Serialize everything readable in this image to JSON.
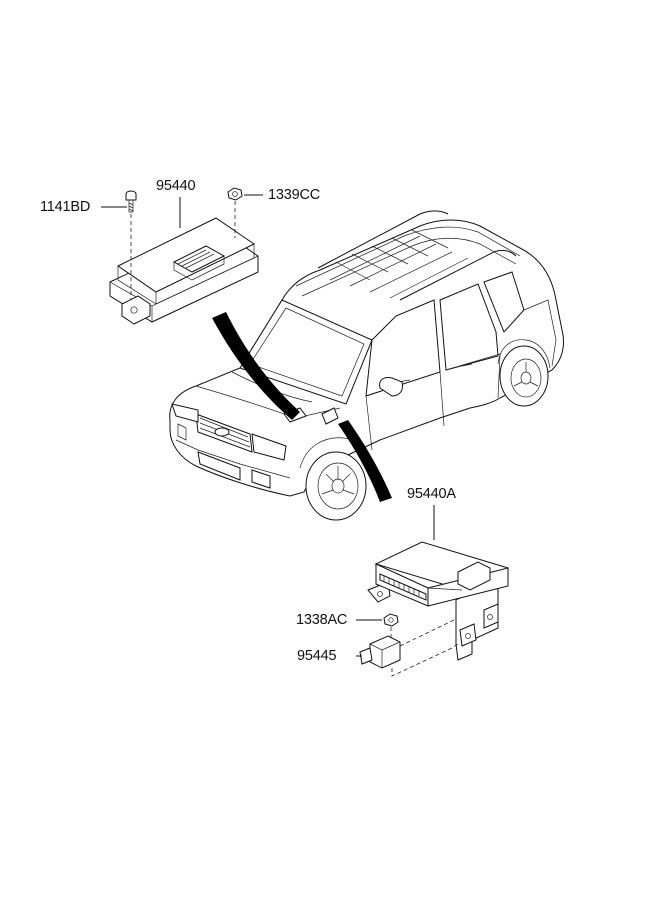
{
  "diagram": {
    "callouts": [
      {
        "id": "bolt",
        "label": "1141BD"
      },
      {
        "id": "upper-module",
        "label": "95440"
      },
      {
        "id": "upper-nut",
        "label": "1339CC"
      },
      {
        "id": "lower-module",
        "label": "95440A"
      },
      {
        "id": "lower-nut",
        "label": "1338AC"
      },
      {
        "id": "sensor",
        "label": "95445"
      }
    ]
  }
}
